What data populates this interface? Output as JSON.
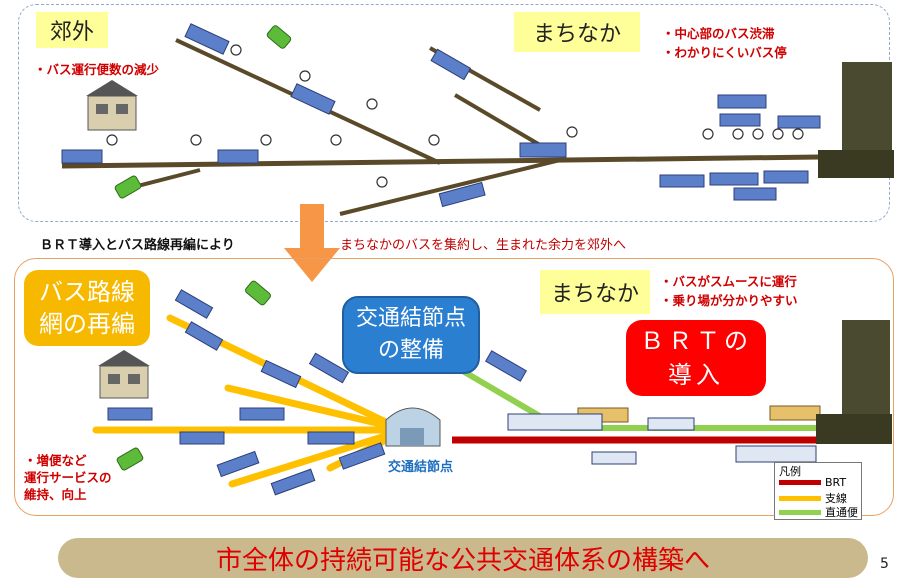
{
  "top": {
    "suburb_label": "郊外",
    "suburb_note": "・バス運行便数の減少",
    "city_label": "まちなか",
    "city_notes": [
      "・中心部のバス渋滞",
      "・わかりにくいバス停"
    ]
  },
  "middle": {
    "left_text": "ＢＲＴ導入とバス路線再編により",
    "right_text": "まちなかのバスを集約し、生まれた余力を郊外へ"
  },
  "bottom": {
    "network_box": [
      "バス路線",
      "網の再編"
    ],
    "hub_box": [
      "交通結節点",
      "の整備"
    ],
    "brt_box": [
      "ＢＲＴの",
      "導入"
    ],
    "city_label": "まちなか",
    "city_notes": [
      "・バスがスムースに運行",
      "・乗り場が分かりやすい"
    ],
    "hub_label": "交通結節点",
    "suburb_notes": [
      "・増便など",
      "運行サービスの",
      "維持、向上"
    ],
    "legend": {
      "title": "凡例",
      "items": [
        {
          "label": "BRT",
          "color": "#c00000"
        },
        {
          "label": "支線",
          "color": "#ffc000"
        },
        {
          "label": "直通便",
          "color": "#92d050"
        }
      ]
    }
  },
  "footer": {
    "text": "市全体の持続可能な公共交通体系の構築へ"
  },
  "page_number": "5",
  "colors": {
    "arrow": "#f79646",
    "road": "#5a4a2a",
    "building": "#4a4a30",
    "bus": "#5b7fc9"
  }
}
